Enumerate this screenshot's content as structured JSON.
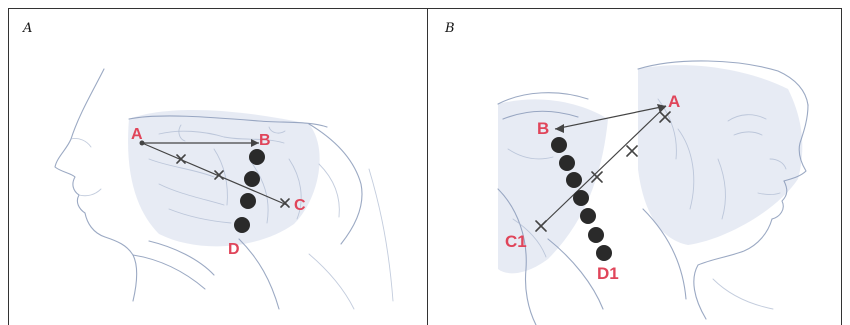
{
  "panels": [
    {
      "letter": "A",
      "points": {
        "A": "A",
        "B": "B",
        "C": "C",
        "D": "D"
      }
    },
    {
      "letter": "B",
      "points": {
        "A": "A",
        "B": "B",
        "C1": "C1",
        "D1": "D1"
      }
    }
  ],
  "colors": {
    "label": "#e0455a",
    "line": "#444444",
    "dots": "#2a2a2a",
    "sketch": "#8a9ab8"
  }
}
